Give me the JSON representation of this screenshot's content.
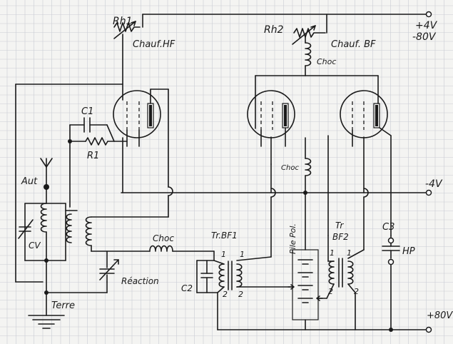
{
  "labels": {
    "rh1": "Rh1",
    "chauf_hf": "Chauf.HF",
    "rh2": "Rh2",
    "chauf_bf": "Chauf. BF",
    "choc_top": "Choc",
    "plus4v": "+4V",
    "minus80v": "-80V",
    "c1": "C1",
    "r1": "R1",
    "choc_mid": "Choc",
    "minus4v": "-4V",
    "aut": "Aut",
    "cv": "CV",
    "choc_low": "Choc",
    "tr_bf1": "Tr.BF1",
    "pile_pol": "Pile Pol.",
    "tr": "Tr",
    "bf2": "BF2",
    "c3": "C3",
    "hp": "HP",
    "reaction": "Réaction",
    "c2": "C2",
    "terre": "Terre",
    "plus80v": "+80V",
    "bf1_pin1a": "1",
    "bf1_pin1b": "1",
    "bf1_pin2a": "2",
    "bf1_pin2b": "2",
    "bf2_pin1a": "1",
    "bf2_pin1b": "1",
    "bf2_pin2a": "2",
    "bf2_pin2b": "2"
  }
}
